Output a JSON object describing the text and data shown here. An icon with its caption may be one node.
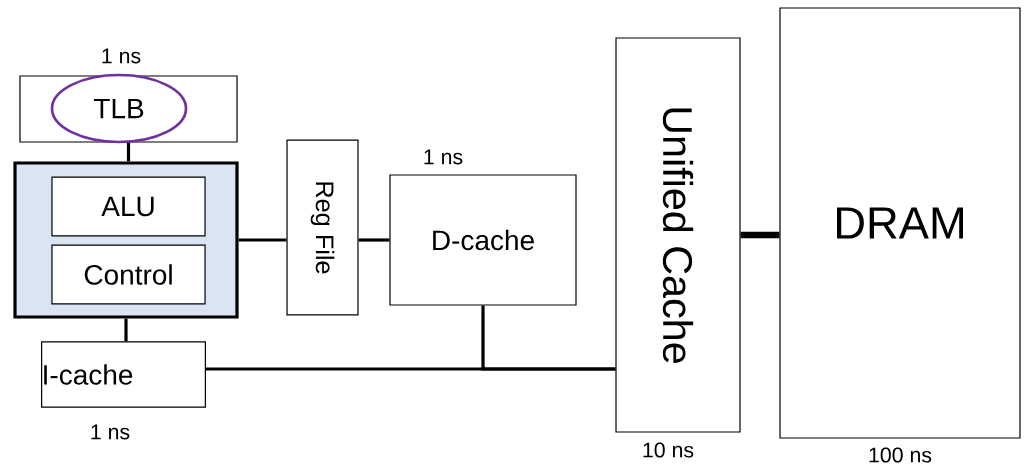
{
  "diagram": {
    "nodes": [
      {
        "text": [],
        "shape": "box",
        "beside": [
          "1 ns"
        ]
      },
      {
        "text": [
          "TLB"
        ],
        "in": 0
      },
      {
        "text": [],
        "shape": "box"
      },
      {
        "text": [
          "ALU"
        ],
        "in": 2
      },
      {
        "text": [
          "Control"
        ],
        "in": 2
      },
      {
        "text": [
          "Reg File"
        ]
      },
      {
        "text": [
          "D-cache"
        ],
        "beside": [
          "1 ns"
        ]
      },
      {
        "text": [
          "I-cache"
        ],
        "beside": [
          "1 ns"
        ]
      },
      {
        "text": [
          "Unified Cache"
        ],
        "beside": [
          "10 ns"
        ]
      },
      {
        "text": [
          "DRAM"
        ],
        "beside": [
          "100 ns"
        ]
      }
    ],
    "edges": [
      {
        "from": 0,
        "to": 2,
        "arrow": "none"
      },
      {
        "from": 2,
        "to": 5,
        "arrow": "none"
      },
      {
        "from": 5,
        "to": 6,
        "arrow": "none"
      },
      {
        "from": 2,
        "to": 7,
        "arrow": "none"
      },
      {
        "from": 7,
        "to": 8,
        "arrow": "none"
      },
      {
        "from": 6,
        "to": 8,
        "arrow": "none"
      },
      {
        "from": 8,
        "to": 9,
        "arrow": "none",
        "style": "thick"
      }
    ]
  }
}
